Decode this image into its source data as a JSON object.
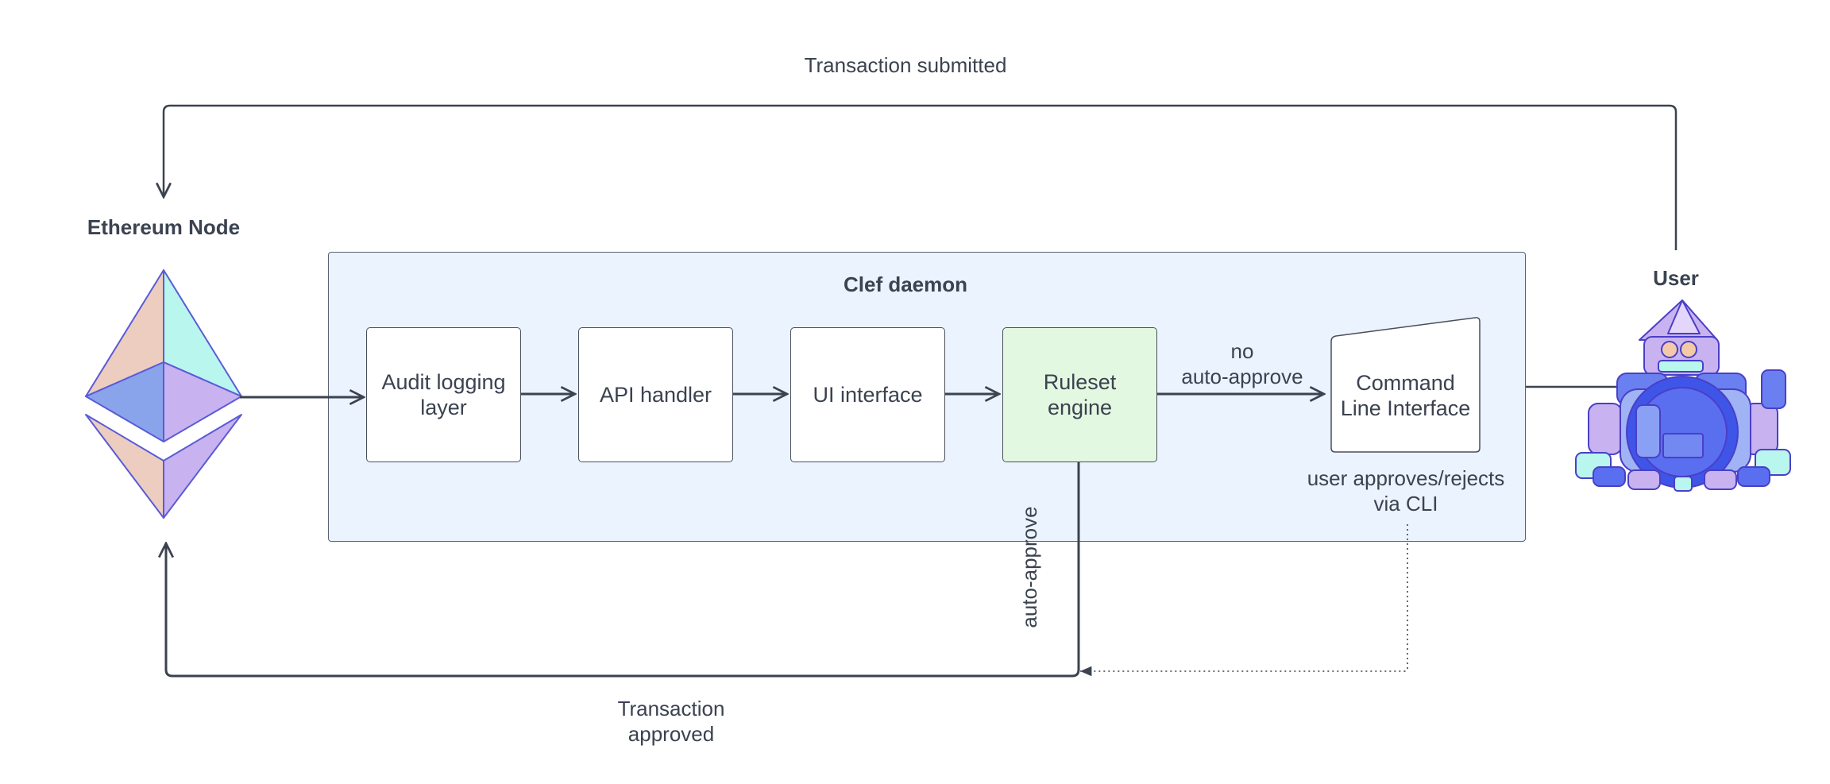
{
  "title_top": "Transaction submitted",
  "node": {
    "label": "Ethereum Node"
  },
  "daemon": {
    "label": "Clef daemon"
  },
  "boxes": {
    "audit": "Audit logging\nlayer",
    "api": "API handler",
    "ui": "UI interface",
    "ruleset": "Ruleset\nengine",
    "cli": "Command\nLine Interface"
  },
  "user": {
    "label": "User"
  },
  "edges": {
    "no_auto_approve": "no\nauto-approve",
    "auto_approve": "auto-approve",
    "user_approves": "user approves/rejects\nvia CLI",
    "transaction_approved": "Transaction\napproved"
  },
  "colors": {
    "daemon_fill": "#ebf3fe",
    "ruleset_fill": "#e2f8e0",
    "stroke": "#3b4250",
    "eth_peach": "#edcdc0",
    "eth_cyan": "#b8f6ee",
    "eth_blue": "#8aa4ec",
    "eth_purple": "#c8b3f0"
  }
}
